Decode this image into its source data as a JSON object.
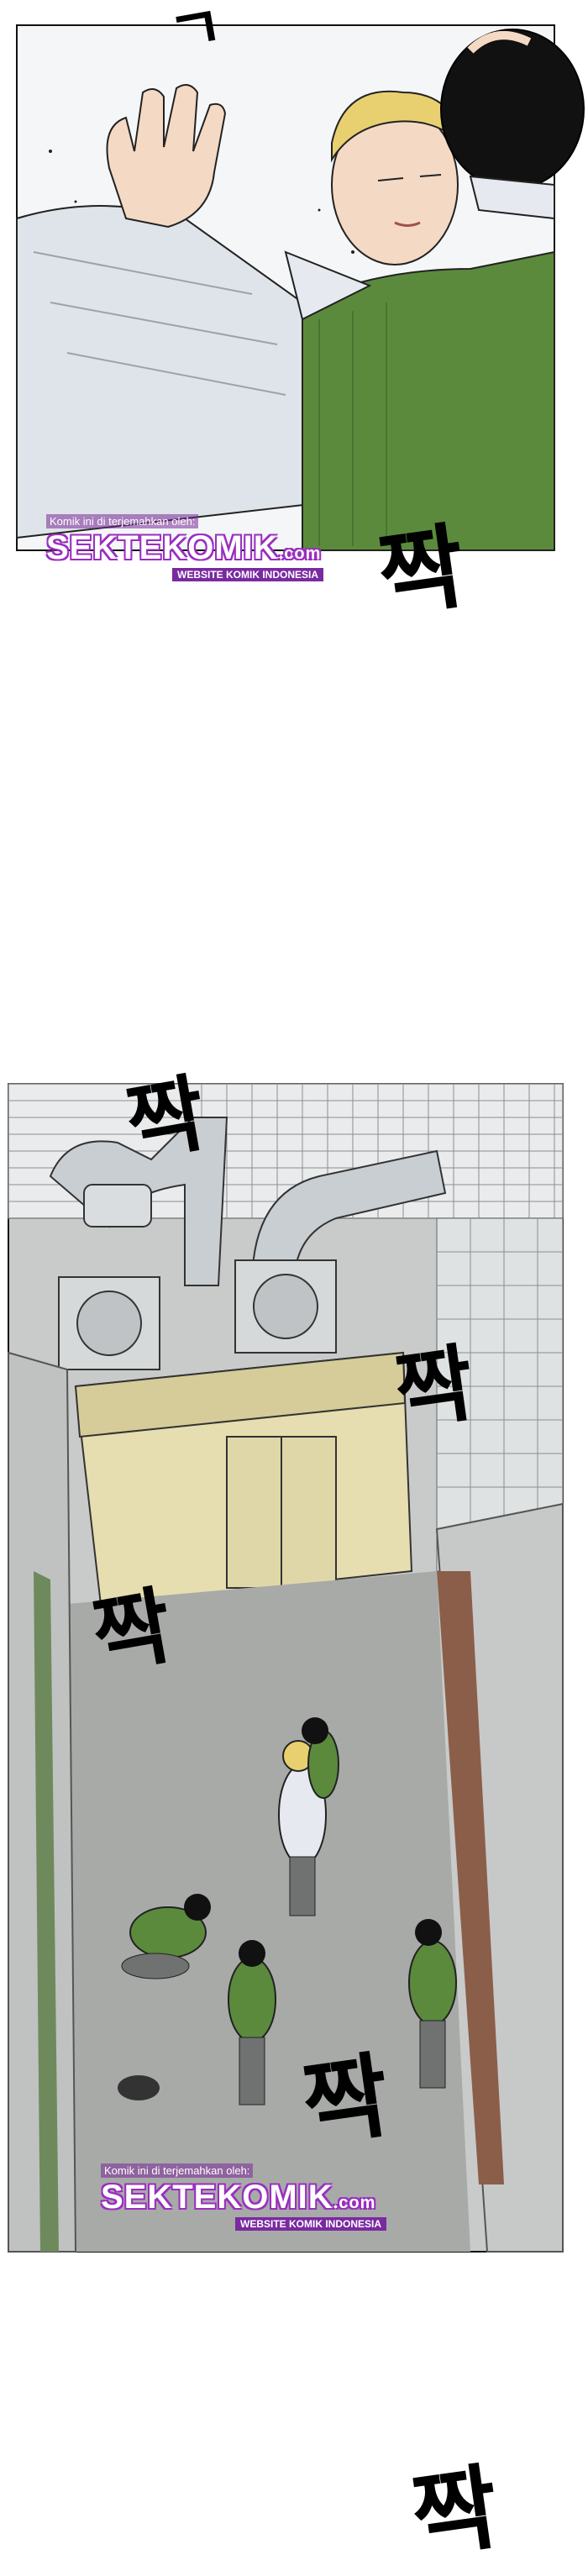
{
  "panels": [
    {
      "sfx": "짝",
      "credit": {
        "line1": "Komik ini di terjemahkan oleh:",
        "brand": "SEKTEKOMIK",
        "brand_suffix": ".com",
        "tagline": "WEBSITE KOMIK INDONESIA"
      }
    },
    {
      "sfx": [
        "짝",
        "짝",
        "짝",
        "짝"
      ],
      "credit": {
        "line1": "Komik ini di terjemahkan oleh:",
        "brand": "SEKTEKOMIK",
        "brand_suffix": ".com",
        "tagline": "WEBSITE KOMIK INDONESIA"
      }
    },
    {
      "sfx": "짝"
    }
  ],
  "colors": {
    "sweater_green": "#5b8a3c",
    "shirt_white": "#e6eaf0",
    "hair_blond": "#e8d070",
    "ground_grey": "#a8aaa8",
    "wall_grey": "#c8cbc9",
    "shed_yellow": "#e6ddb0",
    "duct_silver": "#c9ced3",
    "brand_purple": "#9a2fc0"
  }
}
